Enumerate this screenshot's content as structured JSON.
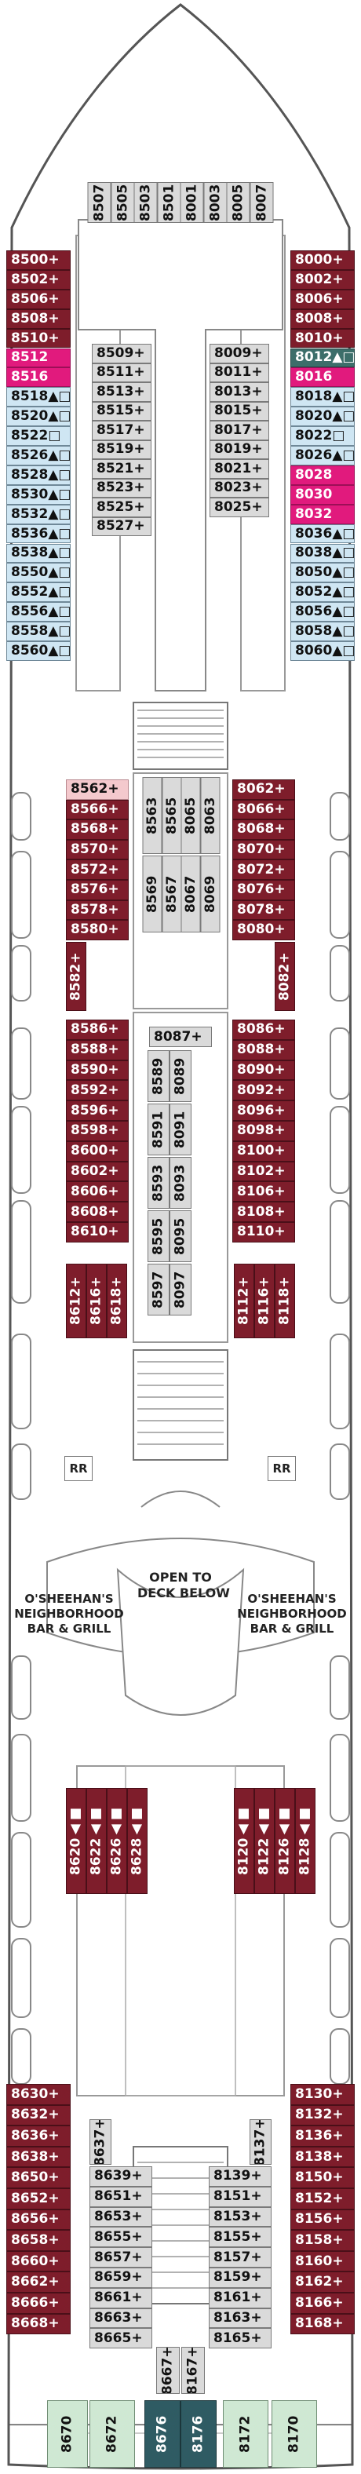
{
  "colors": {
    "red": "#7e1d2b",
    "blue": "#cfe6f3",
    "magenta": "#e11a7d",
    "pink": "#f4c9cd",
    "grey": "#dadada",
    "teal": "#3c6e6a",
    "green": "#cfe8d3"
  },
  "labels": {
    "open_to_deck": "OPEN TO\nDECK BELOW",
    "osheehans_left": "O'SHEEHAN'S\nNEIGHBORHOOD\nBAR & GRILL",
    "osheehans_right": "O'SHEEHAN'S\nNEIGHBORHOOD\nBAR & GRILL",
    "rr": "RR"
  },
  "bow_cabins": [
    "8507",
    "8505",
    "8503",
    "8501",
    "8001",
    "8003",
    "8005",
    "8007"
  ],
  "fwd_left_outer": [
    [
      "8500+",
      "red"
    ],
    [
      "8502+",
      "red"
    ],
    [
      "8506+",
      "red"
    ],
    [
      "8508+",
      "red"
    ],
    [
      "8510+",
      "red"
    ],
    [
      "8512",
      "mag"
    ],
    [
      "8516",
      "mag"
    ],
    [
      "8518▲□",
      "blue"
    ],
    [
      "8520▲□",
      "blue"
    ],
    [
      "8522□",
      "blue"
    ],
    [
      "8526▲□",
      "blue"
    ],
    [
      "8528▲□",
      "blue"
    ],
    [
      "8530▲□",
      "blue"
    ],
    [
      "8532▲□",
      "blue"
    ],
    [
      "8536▲□",
      "blue"
    ],
    [
      "8538▲□",
      "blue"
    ],
    [
      "8550▲□",
      "blue"
    ],
    [
      "8552▲□",
      "blue"
    ],
    [
      "8556▲□",
      "blue"
    ],
    [
      "8558▲□",
      "blue"
    ],
    [
      "8560▲□",
      "blue"
    ]
  ],
  "fwd_right_outer": [
    [
      "8000+",
      "red"
    ],
    [
      "8002+",
      "red"
    ],
    [
      "8006+",
      "red"
    ],
    [
      "8008+",
      "red"
    ],
    [
      "8010+",
      "red"
    ],
    [
      "8012▲□",
      "teal"
    ],
    [
      "8016",
      "mag"
    ],
    [
      "8018▲□",
      "blue"
    ],
    [
      "8020▲□",
      "blue"
    ],
    [
      "8022□",
      "blue"
    ],
    [
      "8026▲□",
      "blue"
    ],
    [
      "8028",
      "mag"
    ],
    [
      "8030",
      "mag"
    ],
    [
      "8032",
      "mag"
    ],
    [
      "8036▲□",
      "blue"
    ],
    [
      "8038▲□",
      "blue"
    ],
    [
      "8050▲□",
      "blue"
    ],
    [
      "8052▲□",
      "blue"
    ],
    [
      "8056▲□",
      "blue"
    ],
    [
      "8058▲□",
      "blue"
    ],
    [
      "8060▲□",
      "blue"
    ]
  ],
  "fwd_left_inner": [
    "8509+",
    "8511+",
    "8513+",
    "8515+",
    "8517+",
    "8519+",
    "8521+",
    "8523+",
    "8525+",
    "8527+"
  ],
  "fwd_right_inner": [
    "8009+",
    "8011+",
    "8013+",
    "8015+",
    "8017+",
    "8019+",
    "8021+",
    "8023+",
    "8025+"
  ],
  "mid1_left": [
    [
      "8562+",
      "pink"
    ],
    [
      "8566+",
      "red"
    ],
    [
      "8568+",
      "red"
    ],
    [
      "8570+",
      "red"
    ],
    [
      "8572+",
      "red"
    ],
    [
      "8576+",
      "red"
    ],
    [
      "8578+",
      "red"
    ],
    [
      "8580+",
      "red"
    ]
  ],
  "mid1_right": [
    "8062+",
    "8066+",
    "8068+",
    "8070+",
    "8072+",
    "8076+",
    "8078+",
    "8080+"
  ],
  "mid1_center_vert": [
    "8563",
    "8565",
    "8065",
    "8063",
    "8569",
    "8567",
    "8067",
    "8069"
  ],
  "side_vert_1": {
    "left": "8582+",
    "right": "8082+"
  },
  "mid2_left": [
    "8586+",
    "8588+",
    "8590+",
    "8592+",
    "8596+",
    "8598+",
    "8600+",
    "8602+",
    "8606+",
    "8608+",
    "8610+"
  ],
  "mid2_right": [
    "8086+",
    "8088+",
    "8090+",
    "8092+",
    "8096+",
    "8098+",
    "8100+",
    "8102+",
    "8106+",
    "8108+",
    "8110+"
  ],
  "mid2_center_top": "8087+",
  "mid2_center_vert": [
    "8589",
    "8089",
    "8591",
    "8091",
    "8593",
    "8093",
    "8595",
    "8095",
    "8597",
    "8097"
  ],
  "side_vert_2_left": [
    "8612+",
    "8616+",
    "8618+"
  ],
  "side_vert_2_right": [
    "8112+",
    "8116+",
    "8118+"
  ],
  "aft_vert_left": [
    "8620▲■",
    "8622▲■",
    "8626▲■",
    "8628▲■"
  ],
  "aft_vert_right": [
    "8120▲■",
    "8122▲■",
    "8126▲■",
    "8128▲■"
  ],
  "aft_left_outer": [
    "8630+",
    "8632+",
    "8636+",
    "8638+",
    "8650+",
    "8652+",
    "8656+",
    "8658+",
    "8660+",
    "8662+",
    "8666+",
    "8668+"
  ],
  "aft_right_outer": [
    "8130+",
    "8132+",
    "8136+",
    "8138+",
    "8150+",
    "8152+",
    "8156+",
    "8158+",
    "8160+",
    "8162+",
    "8166+",
    "8168+"
  ],
  "aft_left_inner": [
    "8639+",
    "8651+",
    "8653+",
    "8655+",
    "8657+",
    "8659+",
    "8661+",
    "8663+",
    "8665+"
  ],
  "aft_right_inner": [
    "8139+",
    "8151+",
    "8153+",
    "8155+",
    "8157+",
    "8159+",
    "8161+",
    "8163+",
    "8165+"
  ],
  "aft_small_vert": {
    "l1": "8637+",
    "r1": "8137+",
    "l2": "8667+",
    "r2": "8167+"
  },
  "stern": [
    [
      "8670",
      "green"
    ],
    [
      "8672",
      "green"
    ],
    [
      "8676",
      "darkteal"
    ],
    [
      "8176",
      "darkteal"
    ],
    [
      "8172",
      "green"
    ],
    [
      "8170",
      "green"
    ]
  ]
}
